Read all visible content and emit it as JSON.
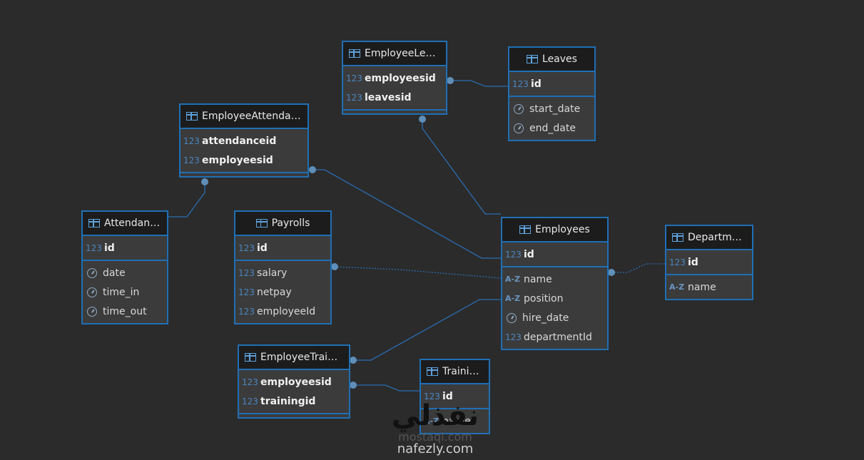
{
  "tables": [
    {
      "id": "EmployeeLeaves",
      "title": "EmployeeLea...",
      "sections": [
        [
          {
            "name": "employeesid",
            "type": "123",
            "key": true
          },
          {
            "name": "leavesid",
            "type": "123",
            "key": true
          }
        ],
        []
      ]
    },
    {
      "id": "Leaves",
      "title": "Leaves",
      "sections": [
        [
          {
            "name": "id",
            "type": "123",
            "key": true
          }
        ],
        [
          {
            "name": "start_date",
            "type": "clock"
          },
          {
            "name": "end_date",
            "type": "clock"
          }
        ]
      ]
    },
    {
      "id": "EmployeeAttendances",
      "title": "EmployeeAttendan...",
      "sections": [
        [
          {
            "name": "attendanceid",
            "type": "123",
            "key": true
          },
          {
            "name": "employeesid",
            "type": "123",
            "key": true
          }
        ],
        []
      ]
    },
    {
      "id": "Attendances",
      "title": "Attendances",
      "sections": [
        [
          {
            "name": "id",
            "type": "123",
            "key": true
          }
        ],
        [
          {
            "name": "date",
            "type": "clock"
          },
          {
            "name": "time_in",
            "type": "clock"
          },
          {
            "name": "time_out",
            "type": "clock"
          }
        ]
      ]
    },
    {
      "id": "Payrolls",
      "title": "Payrolls",
      "sections": [
        [
          {
            "name": "id",
            "type": "123",
            "key": true
          }
        ],
        [
          {
            "name": "salary",
            "type": "123"
          },
          {
            "name": "netpay",
            "type": "123"
          },
          {
            "name": "employeeId",
            "type": "123"
          }
        ]
      ]
    },
    {
      "id": "Employees",
      "title": "Employees",
      "sections": [
        [
          {
            "name": "id",
            "type": "123",
            "key": true
          }
        ],
        [
          {
            "name": "name",
            "type": "AZ"
          },
          {
            "name": "position",
            "type": "AZ"
          },
          {
            "name": "hire_date",
            "type": "clock"
          },
          {
            "name": "departmentId",
            "type": "123"
          }
        ]
      ]
    },
    {
      "id": "Departments",
      "title": "Departments",
      "sections": [
        [
          {
            "name": "id",
            "type": "123",
            "key": true
          }
        ],
        [
          {
            "name": "name",
            "type": "AZ"
          }
        ]
      ]
    },
    {
      "id": "EmployeeTrainings",
      "title": "EmployeeTraini...",
      "sections": [
        [
          {
            "name": "employeesid",
            "type": "123",
            "key": true
          },
          {
            "name": "trainingid",
            "type": "123",
            "key": true
          }
        ],
        []
      ]
    },
    {
      "id": "Trainings",
      "title": "Trainings",
      "sections": [
        [
          {
            "name": "id",
            "type": "123",
            "key": true
          }
        ],
        [
          {
            "name": "name",
            "type": "AZ"
          }
        ]
      ]
    }
  ],
  "relations": [
    {
      "from": "EmployeeLeaves",
      "to": "Leaves",
      "style": "solid"
    },
    {
      "from": "EmployeeLeaves",
      "to": "Employees",
      "style": "solid"
    },
    {
      "from": "EmployeeAttendances",
      "to": "Attendances",
      "style": "solid"
    },
    {
      "from": "EmployeeAttendances",
      "to": "Employees",
      "style": "solid"
    },
    {
      "from": "Payrolls",
      "to": "Employees",
      "style": "dotted"
    },
    {
      "from": "Employees",
      "to": "Departments",
      "style": "dotted"
    },
    {
      "from": "EmployeeTrainings",
      "to": "Employees",
      "style": "solid"
    },
    {
      "from": "EmployeeTrainings",
      "to": "Trainings",
      "style": "solid"
    }
  ],
  "watermark": {
    "arabic": "نفذلي",
    "line1": "mostaql.com",
    "line2": "nafezly.com"
  },
  "colors": {
    "background": "#2b2b2b",
    "border": "#1f6fb5",
    "header": "#1c1c1c",
    "body": "#3b3b3b",
    "link": "#2a6db0"
  }
}
